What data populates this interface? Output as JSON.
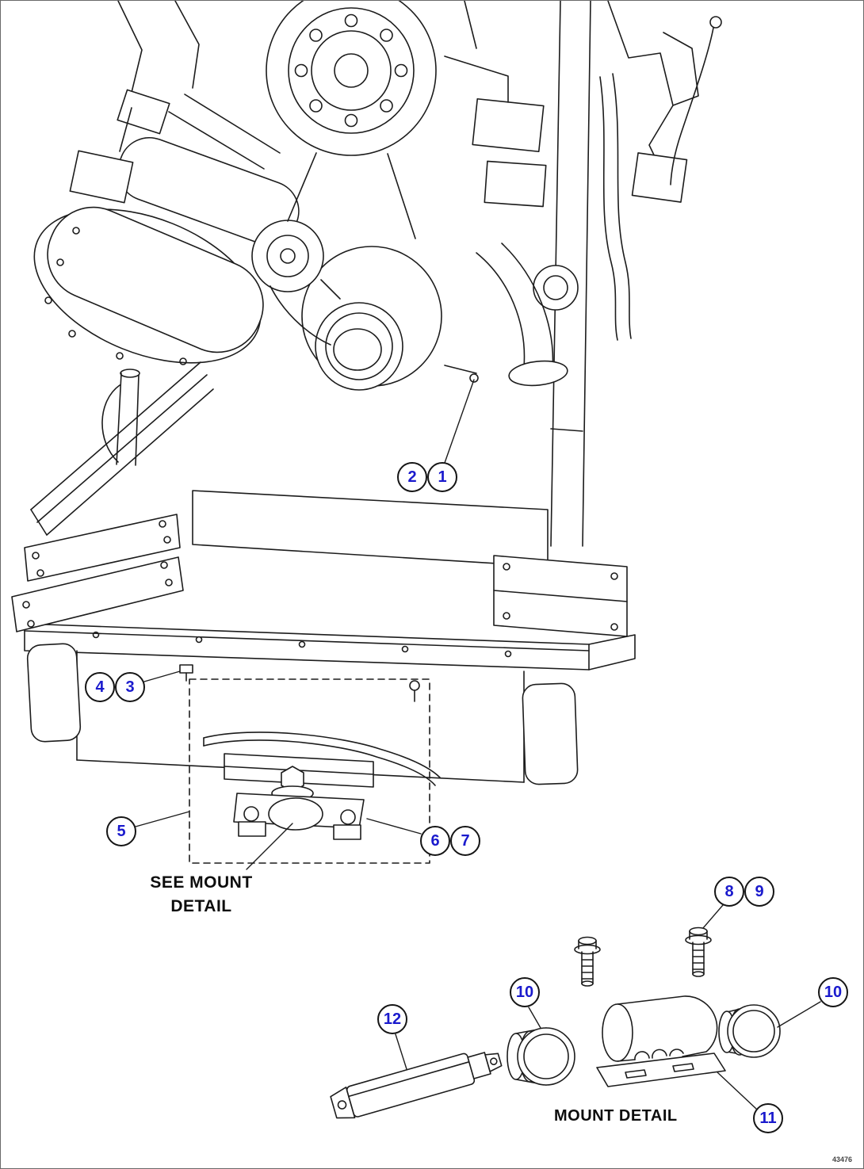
{
  "figure": {
    "type": "parts-diagram",
    "subject": "engine and engine mounting exploded view",
    "drawing_number": "43476",
    "labels": {
      "see_mount_line1": "SEE MOUNT",
      "see_mount_line2": "DETAIL",
      "mount_detail": "MOUNT DETAIL"
    },
    "callouts": [
      {
        "ref": "2"
      },
      {
        "ref": "1"
      },
      {
        "ref": "4"
      },
      {
        "ref": "3"
      },
      {
        "ref": "5"
      },
      {
        "ref": "6"
      },
      {
        "ref": "7"
      },
      {
        "ref": "8"
      },
      {
        "ref": "9"
      },
      {
        "ref": "10"
      },
      {
        "ref": "10"
      },
      {
        "ref": "12"
      },
      {
        "ref": "11"
      }
    ],
    "colors": {
      "callout_number": "#1a1acd",
      "line_art": "#1c1c1c",
      "background": "#ffffff"
    }
  }
}
